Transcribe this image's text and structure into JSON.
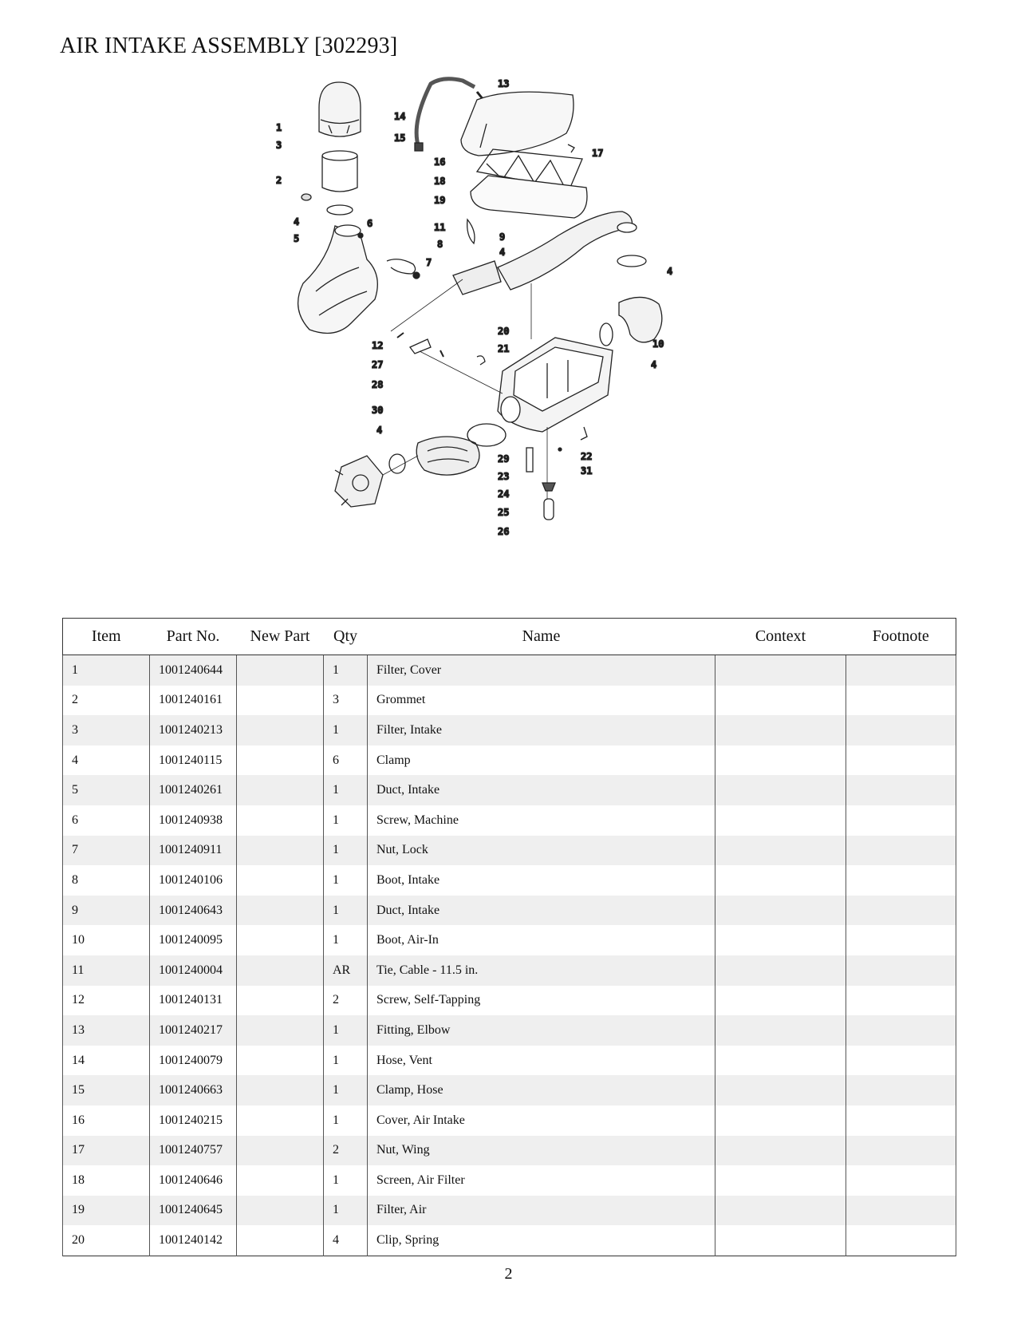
{
  "title": "AIR INTAKE ASSEMBLY [302293]",
  "diagram": {
    "callouts": [
      "1",
      "3",
      "2",
      "4",
      "5",
      "6",
      "7",
      "14",
      "15",
      "13",
      "16",
      "17",
      "18",
      "19",
      "11",
      "8",
      "9",
      "4",
      "4",
      "10",
      "20",
      "21",
      "4",
      "12",
      "27",
      "28",
      "30",
      "4",
      "29",
      "23",
      "24",
      "25",
      "26",
      "22",
      "31"
    ]
  },
  "table": {
    "headers": [
      "Item",
      "Part No.",
      "New Part",
      "Qty",
      "Name",
      "Context",
      "Footnote"
    ],
    "rows": [
      {
        "item": "1",
        "part_no": "1001240644",
        "new_part": "",
        "qty": "1",
        "name": "Filter, Cover",
        "context": "",
        "footnote": ""
      },
      {
        "item": "2",
        "part_no": "1001240161",
        "new_part": "",
        "qty": "3",
        "name": "Grommet",
        "context": "",
        "footnote": ""
      },
      {
        "item": "3",
        "part_no": "1001240213",
        "new_part": "",
        "qty": "1",
        "name": "Filter, Intake",
        "context": "",
        "footnote": ""
      },
      {
        "item": "4",
        "part_no": "1001240115",
        "new_part": "",
        "qty": "6",
        "name": "Clamp",
        "context": "",
        "footnote": ""
      },
      {
        "item": "5",
        "part_no": "1001240261",
        "new_part": "",
        "qty": "1",
        "name": "Duct, Intake",
        "context": "",
        "footnote": ""
      },
      {
        "item": "6",
        "part_no": "1001240938",
        "new_part": "",
        "qty": "1",
        "name": "Screw, Machine",
        "context": "",
        "footnote": ""
      },
      {
        "item": "7",
        "part_no": "1001240911",
        "new_part": "",
        "qty": "1",
        "name": "Nut, Lock",
        "context": "",
        "footnote": ""
      },
      {
        "item": "8",
        "part_no": "1001240106",
        "new_part": "",
        "qty": "1",
        "name": "Boot, Intake",
        "context": "",
        "footnote": ""
      },
      {
        "item": "9",
        "part_no": "1001240643",
        "new_part": "",
        "qty": "1",
        "name": "Duct, Intake",
        "context": "",
        "footnote": ""
      },
      {
        "item": "10",
        "part_no": "1001240095",
        "new_part": "",
        "qty": "1",
        "name": "Boot, Air-In",
        "context": "",
        "footnote": ""
      },
      {
        "item": "11",
        "part_no": "1001240004",
        "new_part": "",
        "qty": "AR",
        "name": "Tie, Cable - 11.5 in.",
        "context": "",
        "footnote": ""
      },
      {
        "item": "12",
        "part_no": "1001240131",
        "new_part": "",
        "qty": "2",
        "name": "Screw, Self-Tapping",
        "context": "",
        "footnote": ""
      },
      {
        "item": "13",
        "part_no": "1001240217",
        "new_part": "",
        "qty": "1",
        "name": "Fitting, Elbow",
        "context": "",
        "footnote": ""
      },
      {
        "item": "14",
        "part_no": "1001240079",
        "new_part": "",
        "qty": "1",
        "name": "Hose, Vent",
        "context": "",
        "footnote": ""
      },
      {
        "item": "15",
        "part_no": "1001240663",
        "new_part": "",
        "qty": "1",
        "name": "Clamp, Hose",
        "context": "",
        "footnote": ""
      },
      {
        "item": "16",
        "part_no": "1001240215",
        "new_part": "",
        "qty": "1",
        "name": "Cover, Air Intake",
        "context": "",
        "footnote": ""
      },
      {
        "item": "17",
        "part_no": "1001240757",
        "new_part": "",
        "qty": "2",
        "name": "Nut, Wing",
        "context": "",
        "footnote": ""
      },
      {
        "item": "18",
        "part_no": "1001240646",
        "new_part": "",
        "qty": "1",
        "name": "Screen, Air Filter",
        "context": "",
        "footnote": ""
      },
      {
        "item": "19",
        "part_no": "1001240645",
        "new_part": "",
        "qty": "1",
        "name": "Filter, Air",
        "context": "",
        "footnote": ""
      },
      {
        "item": "20",
        "part_no": "1001240142",
        "new_part": "",
        "qty": "4",
        "name": "Clip, Spring",
        "context": "",
        "footnote": ""
      }
    ]
  },
  "page_number": "2"
}
